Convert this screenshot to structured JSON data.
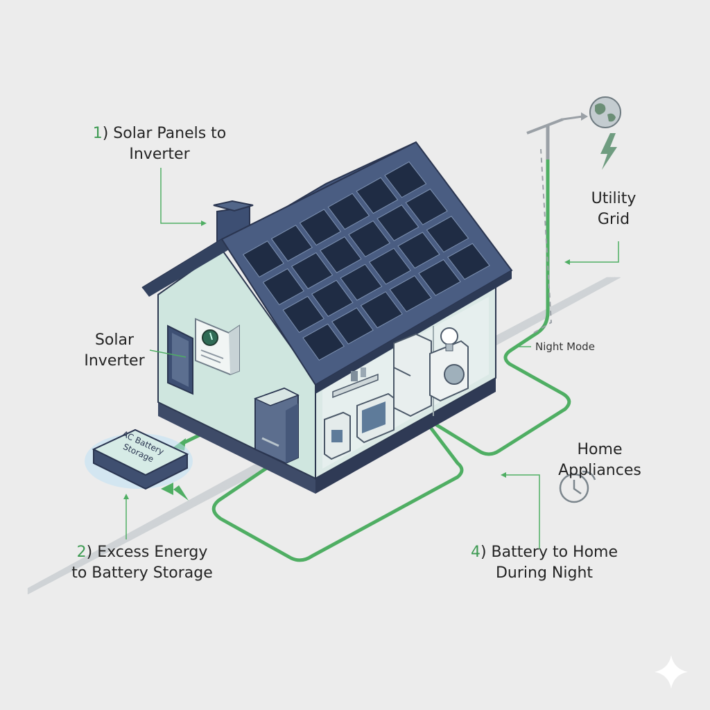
{
  "labels": {
    "step1": {
      "number": "1",
      "text": ") Solar Panels to",
      "line2": "Inverter"
    },
    "inverter": {
      "line1": "Solar",
      "line2": "Inverter"
    },
    "step2": {
      "number": "2",
      "text": ") Excess Energy",
      "line2": "to Battery Storage"
    },
    "battery_box": {
      "line1": "AC Battery",
      "line2": "Storage"
    },
    "grid": {
      "line1": "Utility",
      "line2": "Grid"
    },
    "night_mode": "Night Mode",
    "appliances": {
      "line1": "Home",
      "line2": "Appliances"
    },
    "step4": {
      "number": "4",
      "text": ") Battery to Home",
      "line2": "During Night"
    }
  },
  "colors": {
    "background": "#ececec",
    "accent_green": "#3d9a52",
    "roof": "#3d4f73",
    "wall": "#cfe6df",
    "panel": "#1f2c44"
  },
  "icons": [
    "globe-icon",
    "lightning-icon",
    "clock-icon",
    "lightbulb-icon",
    "sparkle-icon"
  ]
}
